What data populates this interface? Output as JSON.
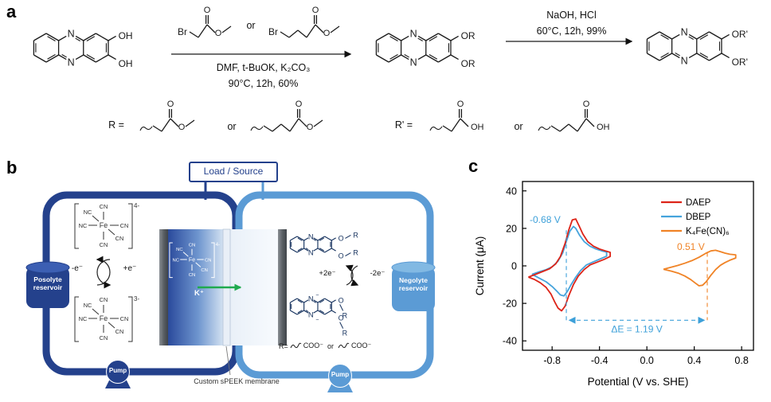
{
  "figure": {
    "panel_a_label": "a",
    "panel_b_label": "b",
    "panel_c_label": "c"
  },
  "panel_a": {
    "reagents_or": "or",
    "step1_conditions_line1": "DMF, t-BuOK, K₂CO₃",
    "step1_conditions_line2": "90°C, 12h, 60%",
    "step2_conditions_line1": "NaOH, HCl",
    "step2_conditions_line2": "60°C, 12h, 99%",
    "r_label": "R =",
    "r_or": "or",
    "rp_label": "R' =",
    "rp_or": "or",
    "atoms": {
      "N": "N",
      "OH": "OH",
      "OR": "OR",
      "ORp": "OR'",
      "Br": "Br",
      "O": "O"
    }
  },
  "panel_b": {
    "load_source": "Load / Source",
    "posolyte": [
      "Posolyte",
      "reservoir"
    ],
    "negolyte": [
      "Negolyte",
      "reservoir"
    ],
    "pump": "Pump",
    "minus_e": "-e⁻",
    "plus_e": "+e⁻",
    "plus_2e": "+2e⁻",
    "minus_2e": "-2e⁻",
    "k_ion": "K⁺",
    "complex": {
      "fe": "Fe",
      "cn": "CN",
      "nc": "NC",
      "charge_top": "4-",
      "charge_bottom": "3-",
      "charge_cell": "4-"
    },
    "atoms": {
      "N": "N",
      "O": "O",
      "R": "R",
      "minus": "−"
    },
    "r_line": {
      "r_eq": "R=",
      "coo1": "COO⁻",
      "or": "or",
      "coo2": "COO⁻"
    },
    "membrane_label": "Custom sPEEK membrane",
    "colors": {
      "posolyte_loop": "#24418c",
      "negolyte_loop": "#5b9bd5",
      "k_arrow": "#1faa4e"
    }
  },
  "chart_data": {
    "type": "line",
    "title": "",
    "xlabel": "Potential (V vs. SHE)",
    "ylabel": "Current (μA)",
    "xlim": [
      -1.05,
      0.9
    ],
    "ylim": [
      -45,
      45
    ],
    "xticks": [
      -0.8,
      -0.4,
      0.0,
      0.4,
      0.8
    ],
    "xtick_labels": [
      "-0.8",
      "-0.4",
      "0.0",
      "0.4",
      "0.8"
    ],
    "yticks": [
      -40,
      -20,
      0,
      20,
      40
    ],
    "grid": false,
    "legend_position": "top-right",
    "legend": [
      {
        "name": "DAEP",
        "color": "#dd2418"
      },
      {
        "name": "DBEP",
        "color": "#45a3dc"
      },
      {
        "name": "K₄Fe(CN)₆",
        "color": "#f08326"
      }
    ],
    "series": [
      {
        "name": "DBEP",
        "color": "#45a3dc",
        "points": [
          [
            -0.97,
            -4.5
          ],
          [
            -0.91,
            -3.2
          ],
          [
            -0.85,
            -2
          ],
          [
            -0.8,
            -0.5
          ],
          [
            -0.75,
            2.5
          ],
          [
            -0.71,
            7
          ],
          [
            -0.68,
            13
          ],
          [
            -0.65,
            18.5
          ],
          [
            -0.62,
            21
          ],
          [
            -0.6,
            20
          ],
          [
            -0.57,
            16.5
          ],
          [
            -0.53,
            13
          ],
          [
            -0.48,
            10.5
          ],
          [
            -0.43,
            9
          ],
          [
            -0.38,
            8
          ],
          [
            -0.34,
            7.4
          ],
          [
            -0.34,
            5.2
          ],
          [
            -0.39,
            3.8
          ],
          [
            -0.45,
            2.2
          ],
          [
            -0.51,
            0.5
          ],
          [
            -0.56,
            -2.5
          ],
          [
            -0.6,
            -6
          ],
          [
            -0.64,
            -10
          ],
          [
            -0.67,
            -13.5
          ],
          [
            -0.7,
            -16
          ],
          [
            -0.73,
            -15.5
          ],
          [
            -0.76,
            -13.5
          ],
          [
            -0.8,
            -11
          ],
          [
            -0.85,
            -8.5
          ],
          [
            -0.91,
            -6.5
          ],
          [
            -0.97,
            -4.5
          ]
        ]
      },
      {
        "name": "DAEP",
        "color": "#dd2418",
        "points": [
          [
            -1,
            -6
          ],
          [
            -0.94,
            -4.5
          ],
          [
            -0.88,
            -3
          ],
          [
            -0.82,
            -1.5
          ],
          [
            -0.77,
            1
          ],
          [
            -0.73,
            5
          ],
          [
            -0.69,
            12
          ],
          [
            -0.66,
            19
          ],
          [
            -0.63,
            24.5
          ],
          [
            -0.6,
            25
          ],
          [
            -0.57,
            21
          ],
          [
            -0.54,
            17
          ],
          [
            -0.5,
            13
          ],
          [
            -0.45,
            10.5
          ],
          [
            -0.4,
            9
          ],
          [
            -0.35,
            8
          ],
          [
            -0.31,
            7.2
          ],
          [
            -0.31,
            5
          ],
          [
            -0.36,
            3.5
          ],
          [
            -0.42,
            2
          ],
          [
            -0.48,
            0.5
          ],
          [
            -0.53,
            -2
          ],
          [
            -0.58,
            -5.5
          ],
          [
            -0.62,
            -10
          ],
          [
            -0.66,
            -16
          ],
          [
            -0.69,
            -21.5
          ],
          [
            -0.72,
            -24
          ],
          [
            -0.75,
            -22.5
          ],
          [
            -0.78,
            -19
          ],
          [
            -0.81,
            -15
          ],
          [
            -0.85,
            -11.5
          ],
          [
            -0.9,
            -9
          ],
          [
            -0.95,
            -7.2
          ],
          [
            -1,
            -6
          ]
        ]
      },
      {
        "name": "K₄Fe(CN)₆",
        "color": "#f08326",
        "points": [
          [
            0.14,
            -1.8
          ],
          [
            0.2,
            -0.8
          ],
          [
            0.26,
            0.2
          ],
          [
            0.32,
            1.4
          ],
          [
            0.38,
            2.8
          ],
          [
            0.44,
            4.6
          ],
          [
            0.5,
            6.8
          ],
          [
            0.54,
            8
          ],
          [
            0.58,
            8.3
          ],
          [
            0.62,
            7.6
          ],
          [
            0.66,
            6.8
          ],
          [
            0.7,
            6.2
          ],
          [
            0.75,
            5.9
          ],
          [
            0.75,
            4.2
          ],
          [
            0.7,
            3
          ],
          [
            0.66,
            1.8
          ],
          [
            0.62,
            0.3
          ],
          [
            0.58,
            -2
          ],
          [
            0.54,
            -5
          ],
          [
            0.5,
            -8.5
          ],
          [
            0.47,
            -10.3
          ],
          [
            0.44,
            -10.6
          ],
          [
            0.41,
            -9.2
          ],
          [
            0.37,
            -7.3
          ],
          [
            0.32,
            -5.4
          ],
          [
            0.27,
            -4
          ],
          [
            0.21,
            -2.9
          ],
          [
            0.14,
            -1.8
          ]
        ]
      }
    ],
    "annotations": {
      "redox1": {
        "label": "-0.68 V",
        "x": -0.68,
        "color": "#3da0d9"
      },
      "redox2": {
        "label": "0.51 V",
        "x": 0.51,
        "color": "#f08326"
      },
      "delta": {
        "label": "ΔE = 1.19 V",
        "y": -29,
        "color": "#3da0d9"
      }
    }
  }
}
